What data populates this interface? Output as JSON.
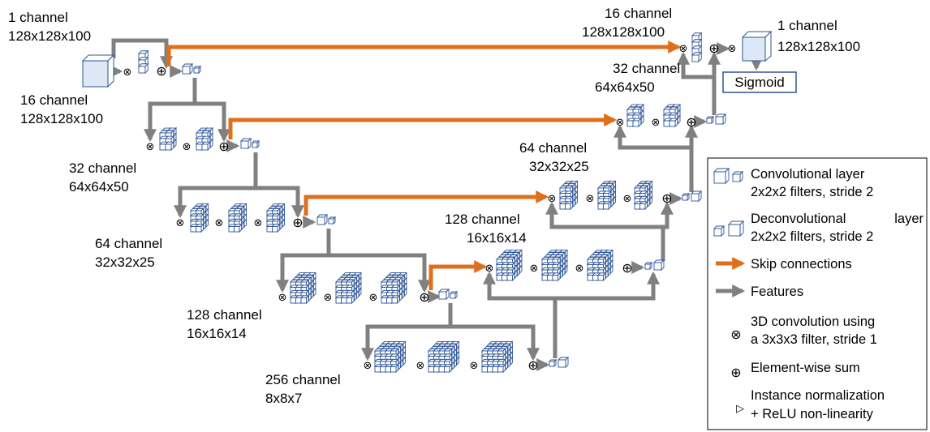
{
  "diagram": {
    "labels": {
      "input_channel": "1 channel",
      "input_size": "128x128x100",
      "l1_channel": "16 channel",
      "l1_size": "128x128x100",
      "l2_channel": "32 channel",
      "l2_size": "64x64x50",
      "l3_channel": "64 channel",
      "l3_size": "32x32x25",
      "l4_channel": "128 channel",
      "l4_size": "16x16x14",
      "l5_channel": "256 channel",
      "l5_size": "8x8x7",
      "d1_channel": "16 channel",
      "d1_size": "128x128x100",
      "d2_channel": "32 channel",
      "d2_size": "64x64x50",
      "d3_channel": "64 channel",
      "d3_size": "32x32x25",
      "d4_channel": "128 channel",
      "d4_size": "16x16x14",
      "output_channel": "1 channel",
      "output_size": "128x128x100",
      "sigmoid": "Sigmoid"
    },
    "symbols": {
      "conv3d": "⊗",
      "sum": "⊕",
      "norm": "▷"
    },
    "colors": {
      "skip": "#E06F1C",
      "features": "#808080",
      "block_fill": "#FFFFFF",
      "block_edge": "#2E5597",
      "input_fill": "#DCE8F6"
    }
  },
  "legend": {
    "conv_line1": "Convolutional layer",
    "conv_line2": "2x2x2 filters, stride 2",
    "deconv_line1": "Deconvolutional",
    "deconv_line1b": "layer",
    "deconv_line2": "2x2x2 filters, stride 2",
    "skip": "Skip connections",
    "features": "Features",
    "conv3d_line1": "3D convolution using",
    "conv3d_line2": "a 3x3x3 filter, stride 1",
    "sum": "Element-wise sum",
    "norm_line1": "Instance normalization",
    "norm_line2": "+ ReLU non-linearity"
  }
}
